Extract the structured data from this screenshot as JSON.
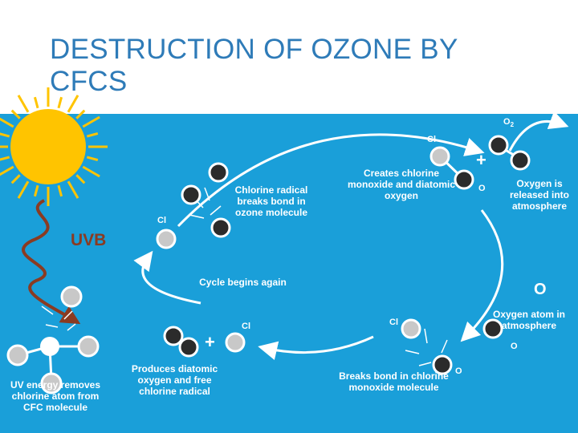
{
  "title": "DESTRUCTION OF OZONE BY CFCS",
  "labels": {
    "uvb": "UVB",
    "uv_energy": "UV energy removes chlorine atom from CFC molecule",
    "cycle_begins": "Cycle begins again",
    "chlorine_radical": "Chlorine radical breaks bond in ozone molecule",
    "creates_chlorine": "Creates chlorine monoxide and diatomic oxygen",
    "oxygen_released": "Oxygen is released into atmosphere",
    "oxygen_atom": "Oxygen atom in atmosphere",
    "breaks_bond": "Breaks bond in chlorine monoxide molecule",
    "produces_diatomic": "Produces diatomic oxygen and free chlorine radical"
  },
  "atoms": {
    "cl_top": "Cl",
    "cl_left": "Cl",
    "o2": "O",
    "o2_sub": "2",
    "o_right": "O",
    "o_big": "O",
    "cl_lower_right": "Cl",
    "o_lower_right": "O",
    "o_bottom": "O",
    "cl_bottom": "Cl"
  },
  "plus_sign": "+",
  "colors": {
    "background": "#1a9fd9",
    "title": "#2e7bb8",
    "chlorine": "#c8c8c8",
    "oxygen": "#2b2b2b",
    "arrow": "#ffffff",
    "uv_arrow": "#8a3b22",
    "sun": "#ffc400"
  }
}
